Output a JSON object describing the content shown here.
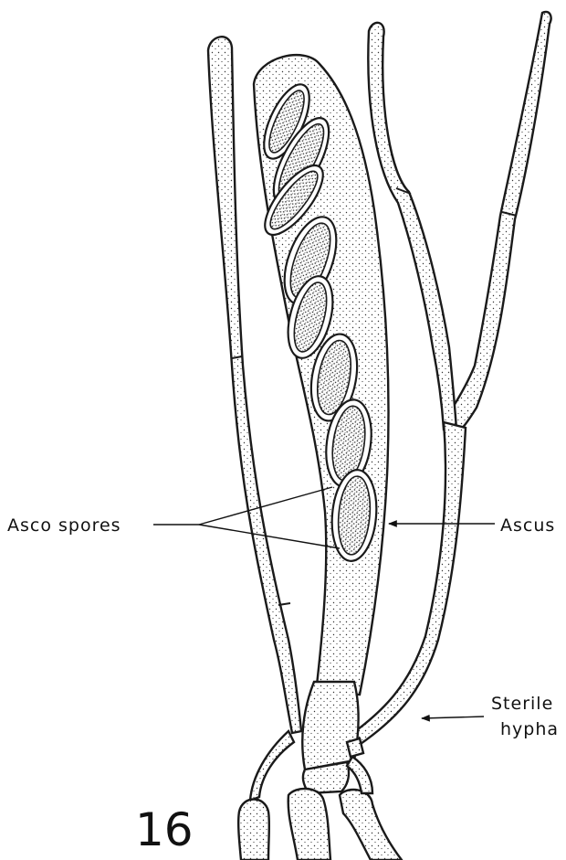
{
  "figure": {
    "number": "16",
    "labels": {
      "asco_spores": "Asco spores",
      "ascus": "Ascus",
      "sterile_line1": "Sterile",
      "sterile_line2": "hypha"
    }
  }
}
